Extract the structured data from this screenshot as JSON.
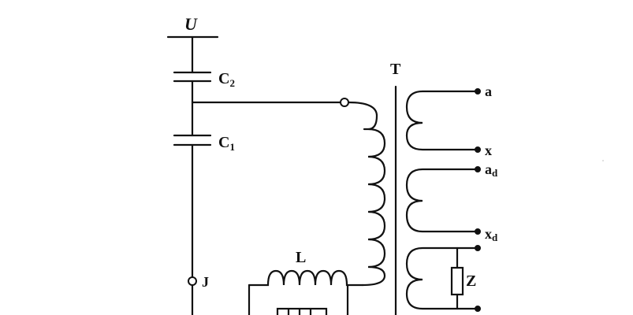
{
  "diagram": {
    "labels": {
      "voltage": "U",
      "capacitor_c2": {
        "main": "C",
        "sub": "2"
      },
      "capacitor_c1": {
        "main": "C",
        "sub": "1"
      },
      "transformer": "T",
      "terminal_a": "a",
      "terminal_x": "x",
      "terminal_ad": {
        "main": "a",
        "sub": "d"
      },
      "terminal_xd": {
        "main": "x",
        "sub": "d"
      },
      "impedance": "Z",
      "inductor": "L",
      "node_j": "J"
    },
    "colors": {
      "ink": "#111111",
      "background": "#ffffff"
    }
  }
}
